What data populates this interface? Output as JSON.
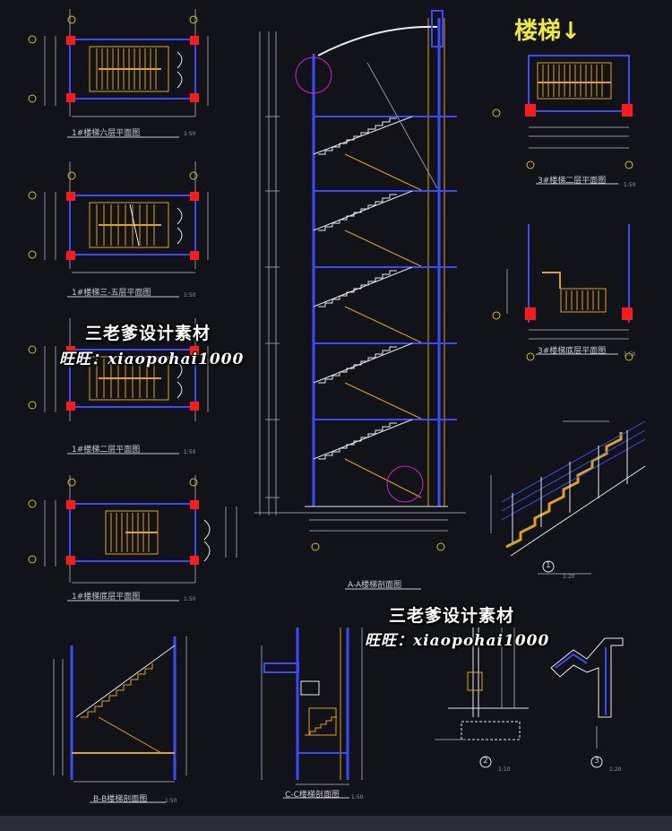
{
  "title": "楼梯↓",
  "watermarks": [
    {
      "line1": "三老爹设计素材",
      "line2": "旺旺：xiaopohai1000"
    },
    {
      "line1": "三老爹设计素材",
      "line2": "旺旺：xiaopohai1000"
    }
  ],
  "captions": {
    "plan1": "1#楼梯六层平面图",
    "plan2": "1#楼梯三-五层平面图",
    "plan3": "1#楼梯二层平面图",
    "plan4": "1#楼梯底层平面图",
    "planR1": "3#楼梯二层平面图",
    "planR2": "3#楼梯底层平面图",
    "sectionAA": "A-A楼梯剖面图",
    "sectionBB": "B-B楼梯剖面图",
    "sectionCC": "C-C楼梯剖面图"
  },
  "scales": {
    "s50": "1:50",
    "s20": "1:20",
    "s10": "1:10"
  },
  "detail_marks": [
    "1",
    "2",
    "3"
  ],
  "colors": {
    "background": "#111318",
    "wall": "#3a4bff",
    "stair": "#e0a21a",
    "column": "#ff1a1a",
    "dim": "#8f8fa6",
    "axis": "#d0c020",
    "magenta": "#d020d0",
    "white": "#e8e8f0"
  }
}
